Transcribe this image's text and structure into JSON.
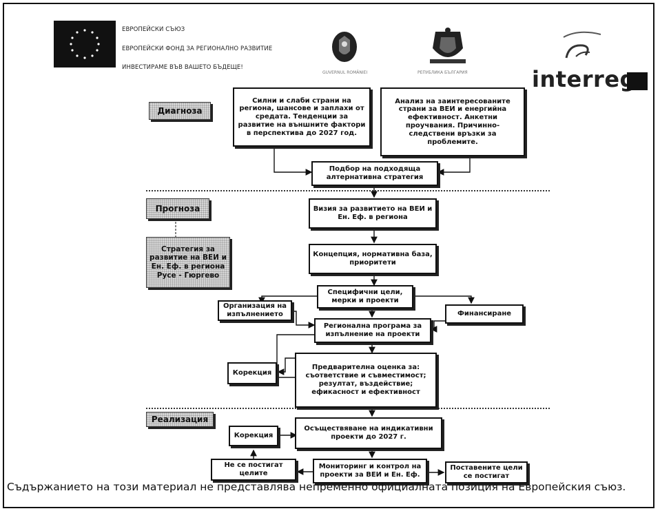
{
  "header": {
    "eu_line1": "ЕВРОПЕЙСКИ СЪЮЗ",
    "eu_line2": "ЕВРОПЕЙСКИ ФОНД ЗА РЕГИОНАЛНО РАЗВИТИЕ",
    "eu_line3": "ИНВЕСТИРАМЕ ВЪВ ВАШЕТО БЪДЕЩЕ!",
    "romania_caption": "GUVERNUL ROMÂNIEI",
    "bulgaria_caption": "РЕПУБЛИКА БЪЛГАРИЯ",
    "interreg_label": "interreg"
  },
  "stages": {
    "diagnosis": "Диагноза",
    "forecast": "Прогноза",
    "realization": "Реализация"
  },
  "strategy_label": "Стратегия за развитие на ВЕИ и Ен. Еф. в региона Русе - Гюргево",
  "boxes": {
    "swot": "Силни и слаби страни на региона, шансове и заплахи от средата. Тенденции за развитие на външните фактори в перспектива до 2027 год.",
    "stakeholders": "Анализ на заинтересованите страни за ВЕИ и енергийна ефективност. Анкетни проучвания. Причинно-следствени връзки за проблемите.",
    "alternative_strategy": "Подбор на подходяща алтернативна стратегия",
    "vision": "Визия за развитието на ВЕИ и Ен. Еф. в региона",
    "concept": "Концепция, нормативна база, приоритети",
    "specific_goals": "Специфични цели, мерки и проекти",
    "organization": "Организация на изпълнението",
    "financing": "Финансиране",
    "regional_program": "Регионална програма за изпълнение на проекти",
    "correction1": "Корекция",
    "preliminary_assessment": "Предварителна оценка за: съответствие и съвместимост; резултат, въздействие; ефикасност и ефективност",
    "implementation": "Осъществяване на индикативни проекти до 2027 г.",
    "correction2": "Корекция",
    "not_achieved": "Не се постигат целите",
    "monitoring": "Мониторинг и контрол на проекти за ВЕИ и Ен. Еф.",
    "achieved": "Поставените цели се постигат"
  },
  "footer": "Съдържанието на този материал не представлява непременно официалната позиция на Европейския съюз."
}
